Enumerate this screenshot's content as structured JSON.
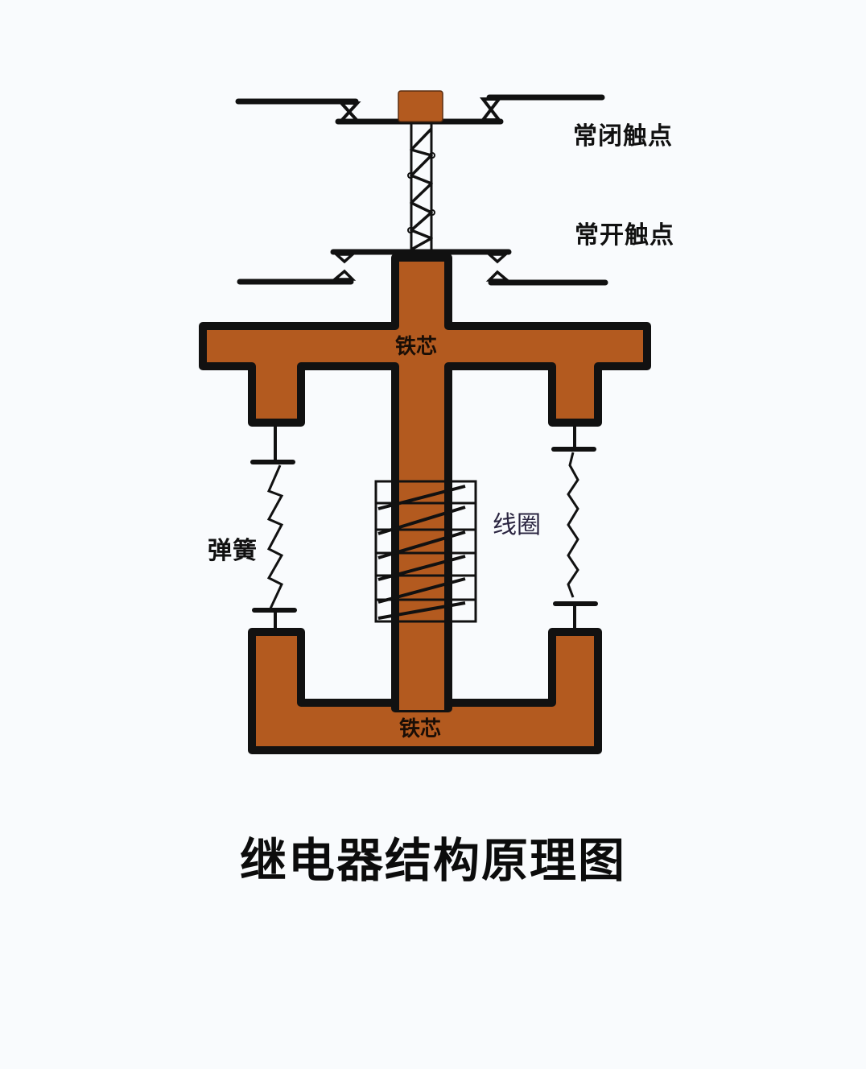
{
  "diagram": {
    "title": "继电器结构原理图",
    "labels": {
      "normally_closed_contact": "常闭触点",
      "normally_open_contact": "常开触点",
      "upper_iron_core": "铁芯",
      "lower_iron_core": "铁芯",
      "spring": "弹簧",
      "coil": "线圈"
    },
    "colors": {
      "background": "#f9fbfd",
      "iron_core_fill": "#b35a1f",
      "outline": "#111111",
      "text": "#111111"
    },
    "components": [
      "normally-closed-contact",
      "normally-open-contact",
      "armature-with-return-spring",
      "upper-iron-core",
      "left-spring",
      "right-spring",
      "coil",
      "lower-iron-core"
    ]
  }
}
